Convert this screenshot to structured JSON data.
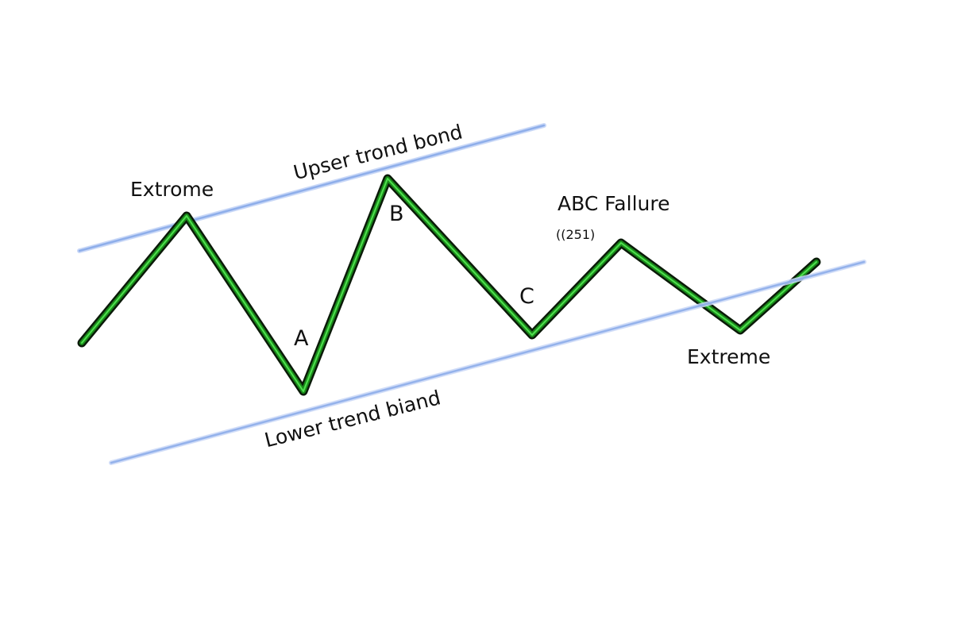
{
  "colors": {
    "wave_outer": "#0a1a08",
    "wave_inner": "#1fa31f",
    "wave_highlight": "#4fe04f",
    "band": "#9bb8f0"
  },
  "labels": {
    "upper_band": "Upser trond bond",
    "lower_band": "Lower  trend biand",
    "extreme_left": "Extrome",
    "extreme_right": "Extreme",
    "point_a": "A",
    "point_b": "B",
    "point_c": "C",
    "abc_failure": "ABC Fallure",
    "abc_failure_sub": "((251)"
  }
}
